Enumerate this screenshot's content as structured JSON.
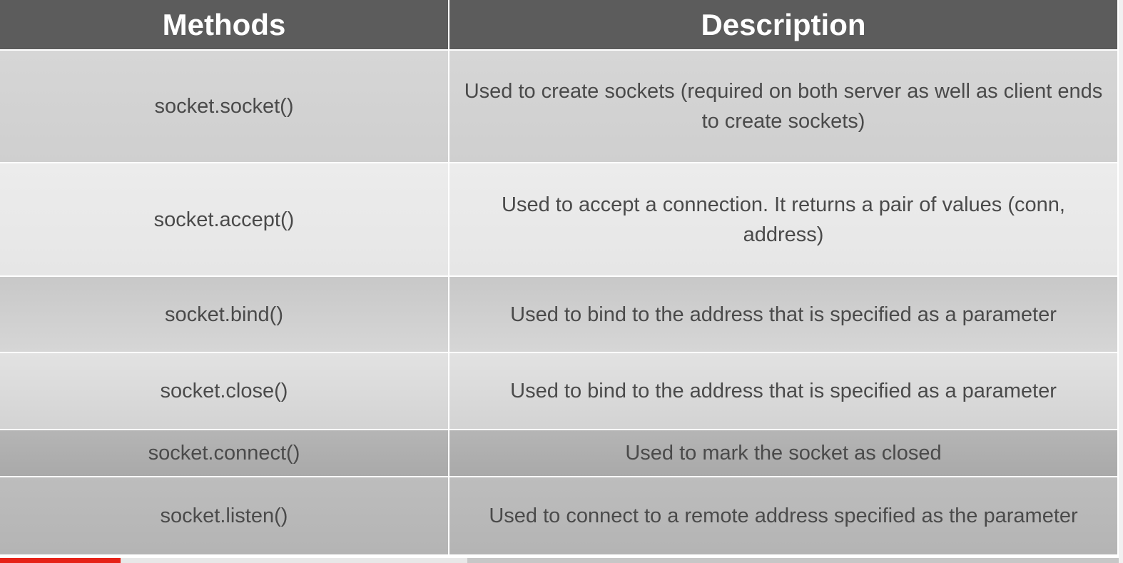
{
  "table": {
    "headers": [
      "Methods",
      "Description"
    ],
    "rows": [
      {
        "method": "socket.socket()",
        "description": "Used to create sockets (required on both server as well as client ends to create sockets)"
      },
      {
        "method": "socket.accept()",
        "description": "Used to accept a connection. It returns a pair of values (conn, address)"
      },
      {
        "method": "socket.bind()",
        "description": "Used to bind to the address that is specified as a parameter"
      },
      {
        "method": "socket.close()",
        "description": "Used to bind to the address that is specified as a parameter"
      },
      {
        "method": "socket.connect()",
        "description": "Used to mark the socket as closed"
      },
      {
        "method": "socket.listen()",
        "description": "Used to connect to a remote address specified as the parameter"
      }
    ]
  },
  "player": {
    "progress_fraction": 0.108,
    "buffered_fraction": 0.418,
    "accent_color": "#e62117"
  }
}
